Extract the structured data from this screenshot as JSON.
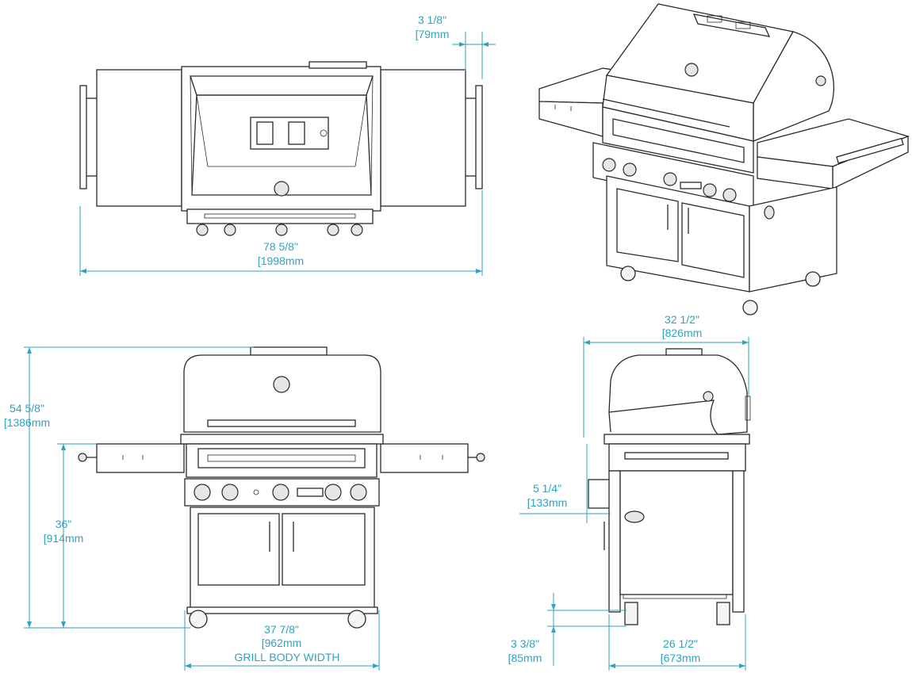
{
  "colors": {
    "dimension": "#2ea3c2",
    "ink": "#2a2a2a",
    "background": "#ffffff"
  },
  "dimensions": {
    "top_lid_offset": {
      "imperial": "3 1/8\"",
      "metric": "[79mm"
    },
    "top_overall_width": {
      "imperial": "78 5/8\"",
      "metric": "[1998mm"
    },
    "front_overall_height": {
      "imperial": "54 5/8\"",
      "metric": "[1386mm"
    },
    "front_counter_height": {
      "imperial": "36\"",
      "metric": "[914mm"
    },
    "front_body_width": {
      "imperial": "37 7/8\"",
      "metric": "[962mm",
      "label": "GRILL BODY WIDTH"
    },
    "side_overall_depth": {
      "imperial": "32 1/2\"",
      "metric": "[826mm"
    },
    "side_shelf_offset": {
      "imperial": "5 1/4\"",
      "metric": "[133mm"
    },
    "side_caster_height": {
      "imperial": "3 3/8\"",
      "metric": "[85mm"
    },
    "side_body_depth": {
      "imperial": "26 1/2\"",
      "metric": "[673mm"
    }
  }
}
